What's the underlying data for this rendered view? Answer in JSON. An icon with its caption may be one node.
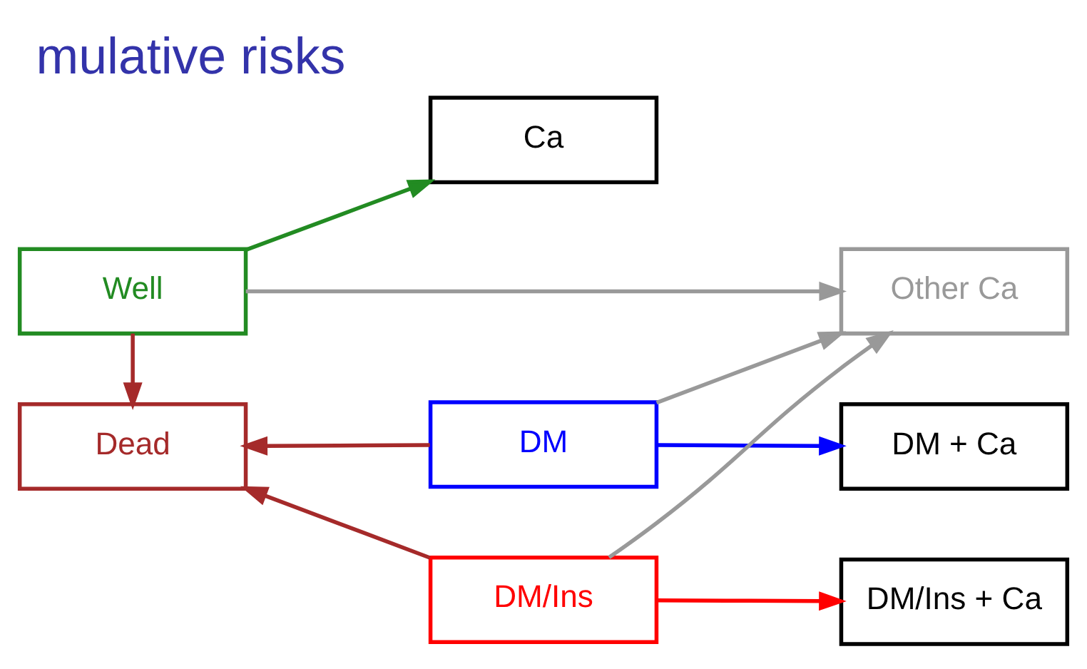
{
  "diagram": {
    "title": "mulative risks",
    "nodes": [
      {
        "text": [
          "Well"
        ]
      },
      {
        "text": [
          "Ca"
        ]
      },
      {
        "text": [
          "Other Ca"
        ]
      },
      {
        "text": [
          "Dead"
        ]
      },
      {
        "text": [
          "DM"
        ]
      },
      {
        "text": [
          "DM + Ca"
        ]
      },
      {
        "text": [
          "DM/Ins"
        ]
      },
      {
        "text": [
          "DM/Ins + Ca"
        ]
      }
    ],
    "edges": [
      {
        "from": 0,
        "to": 2,
        "arrow": "to",
        "color": "#999999"
      },
      {
        "from": 0,
        "to": 1,
        "arrow": "to",
        "color": "#228b22"
      },
      {
        "from": 0,
        "to": 3,
        "arrow": "to",
        "color": "#a52a2a"
      },
      {
        "from": 4,
        "to": 3,
        "arrow": "to",
        "color": "#a52a2a"
      },
      {
        "from": 4,
        "to": 2,
        "arrow": "to",
        "color": "#999999"
      },
      {
        "from": 4,
        "to": 5,
        "arrow": "to",
        "color": "#0000ff"
      },
      {
        "from": 6,
        "to": 3,
        "arrow": "to",
        "color": "#a52a2a"
      },
      {
        "from": 6,
        "to": 2,
        "arrow": "to",
        "color": "#999999"
      },
      {
        "from": 6,
        "to": 7,
        "arrow": "to",
        "color": "#ff0000"
      }
    ]
  }
}
